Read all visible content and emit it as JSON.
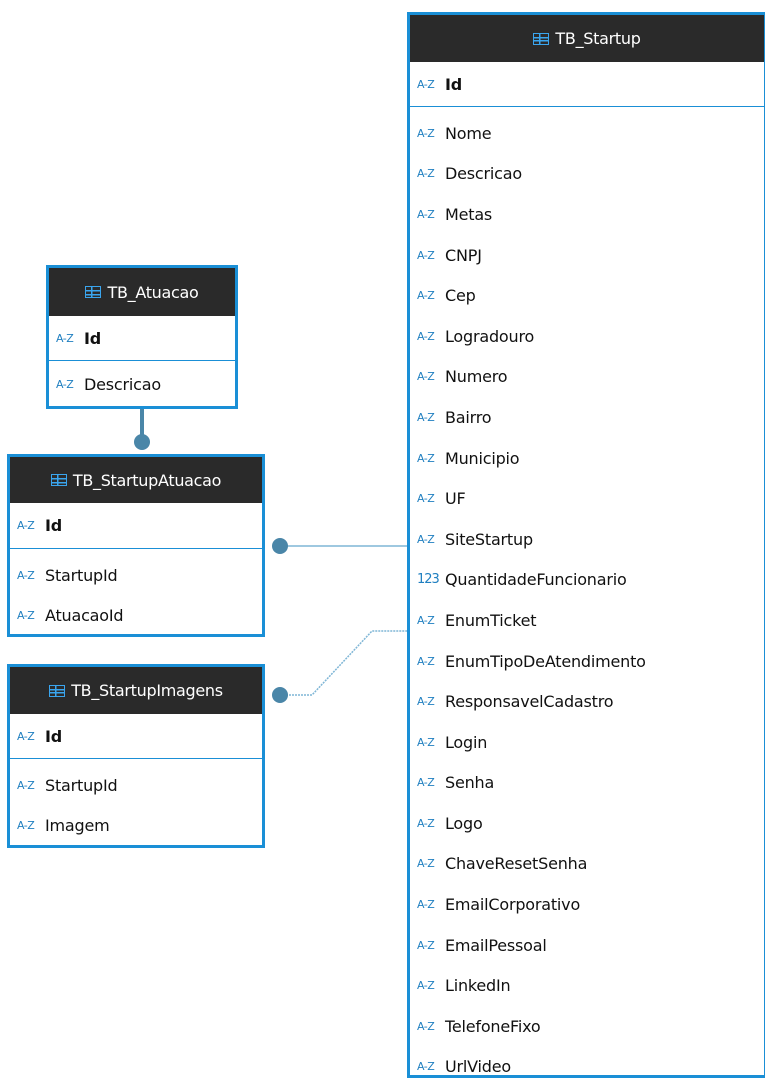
{
  "colors": {
    "accent": "#1a8fd6",
    "header": "#2a2a2a",
    "connector": "#4a86a8"
  },
  "tables": {
    "startup": {
      "name": "TB_Startup",
      "key": {
        "type": "A-Z",
        "name": "Id"
      },
      "columns": [
        {
          "type": "A-Z",
          "name": "Nome"
        },
        {
          "type": "A-Z",
          "name": "Descricao"
        },
        {
          "type": "A-Z",
          "name": "Metas"
        },
        {
          "type": "A-Z",
          "name": "CNPJ"
        },
        {
          "type": "A-Z",
          "name": "Cep"
        },
        {
          "type": "A-Z",
          "name": "Logradouro"
        },
        {
          "type": "A-Z",
          "name": "Numero"
        },
        {
          "type": "A-Z",
          "name": "Bairro"
        },
        {
          "type": "A-Z",
          "name": "Municipio"
        },
        {
          "type": "A-Z",
          "name": "UF"
        },
        {
          "type": "A-Z",
          "name": "SiteStartup"
        },
        {
          "type": "123",
          "name": "QuantidadeFuncionario"
        },
        {
          "type": "A-Z",
          "name": "EnumTicket"
        },
        {
          "type": "A-Z",
          "name": "EnumTipoDeAtendimento"
        },
        {
          "type": "A-Z",
          "name": "ResponsavelCadastro"
        },
        {
          "type": "A-Z",
          "name": "Login"
        },
        {
          "type": "A-Z",
          "name": "Senha"
        },
        {
          "type": "A-Z",
          "name": "Logo"
        },
        {
          "type": "A-Z",
          "name": "ChaveResetSenha"
        },
        {
          "type": "A-Z",
          "name": "EmailCorporativo"
        },
        {
          "type": "A-Z",
          "name": "EmailPessoal"
        },
        {
          "type": "A-Z",
          "name": "LinkedIn"
        },
        {
          "type": "A-Z",
          "name": "TelefoneFixo"
        },
        {
          "type": "A-Z",
          "name": "UrlVideo"
        }
      ]
    },
    "atuacao": {
      "name": "TB_Atuacao",
      "key": {
        "type": "A-Z",
        "name": "Id"
      },
      "columns": [
        {
          "type": "A-Z",
          "name": "Descricao"
        }
      ]
    },
    "startupatuacao": {
      "name": "TB_StartupAtuacao",
      "key": {
        "type": "A-Z",
        "name": "Id"
      },
      "columns": [
        {
          "type": "A-Z",
          "name": "StartupId"
        },
        {
          "type": "A-Z",
          "name": "AtuacaoId"
        }
      ]
    },
    "startupimagens": {
      "name": "TB_StartupImagens",
      "key": {
        "type": "A-Z",
        "name": "Id"
      },
      "columns": [
        {
          "type": "A-Z",
          "name": "StartupId"
        },
        {
          "type": "A-Z",
          "name": "Imagem"
        }
      ]
    }
  }
}
